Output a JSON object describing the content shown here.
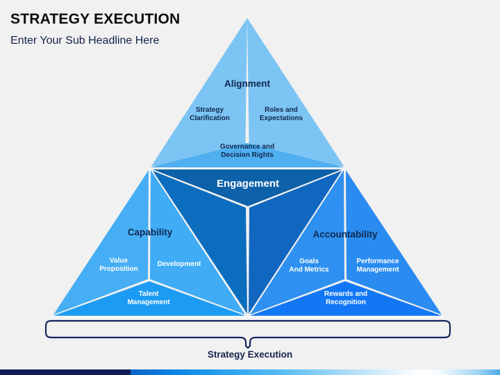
{
  "header": {
    "title": "STRATEGY EXECUTION",
    "subtitle": "Enter Your Sub Headline Here"
  },
  "diagram": {
    "type": "triangle-pyramid",
    "footer_label": "Strategy Execution",
    "center": {
      "label": "Engagement"
    },
    "sections": [
      {
        "id": "alignment",
        "label": "Alignment",
        "position": "top",
        "color": "#7CC4F3",
        "items": [
          {
            "id": "strategy-clarification",
            "label": "Strategy\nClarification",
            "color": "#7CC4F3"
          },
          {
            "id": "roles-and-expectations",
            "label": "Roles and\nExpectations",
            "color": "#7CC4F3"
          },
          {
            "id": "governance-and-decision-rights",
            "label": "Governance and\nDecision Rights",
            "color": "#4FAFF0"
          }
        ]
      },
      {
        "id": "capability",
        "label": "Capability",
        "position": "bottom-left",
        "color": "#3FACF5",
        "items": [
          {
            "id": "value-proposition",
            "label": "Value\nProposition",
            "color": "#46AEF4"
          },
          {
            "id": "development",
            "label": "Development",
            "color": "#3FACF5"
          },
          {
            "id": "talent-management",
            "label": "Talent\nManagement",
            "color": "#1C9BF2"
          }
        ]
      },
      {
        "id": "accountability",
        "label": "Accountability",
        "position": "bottom-right",
        "color": "#2A8CF0",
        "items": [
          {
            "id": "goals-and-metrics",
            "label": "Goals\nAnd Metrics",
            "color": "#2E90F0"
          },
          {
            "id": "performance-management",
            "label": "Performance\nManagement",
            "color": "#2A8CF0"
          },
          {
            "id": "rewards-and-recognition",
            "label": "Rewards and\nRecognition",
            "color": "#1277F5"
          }
        ]
      }
    ]
  },
  "colors": {
    "background": "#f1f1f1",
    "title": "#0d0d0d",
    "navy": "#14214a",
    "brace": "#14255e",
    "engagement_top": "#0D61A8",
    "engagement_left": "#0B6DBE",
    "engagement_right": "#1166C0"
  }
}
